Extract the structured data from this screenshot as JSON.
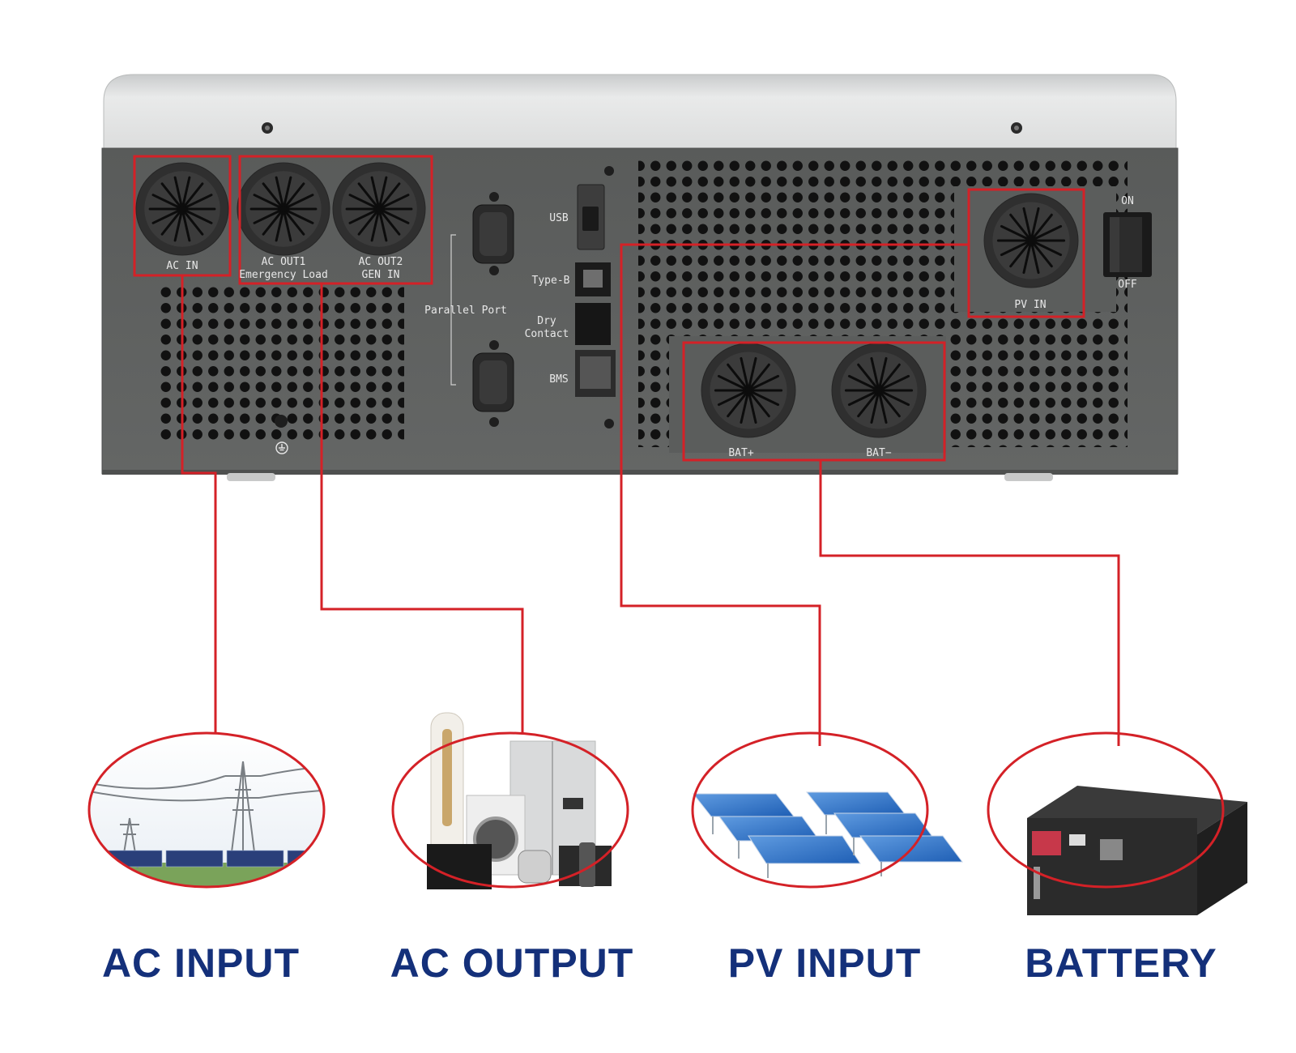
{
  "panel_labels": {
    "ac_in": "AC IN",
    "ac_out1_line1": "AC OUT1",
    "ac_out1_line2": "Emergency Load",
    "ac_out2_line1": "AC OUT2",
    "ac_out2_line2": "GEN IN",
    "parallel_port": "Parallel Port",
    "usb": "USB",
    "type_b": "Type-B",
    "dry_contact_line1": "Dry",
    "dry_contact_line2": "Contact",
    "bms": "BMS",
    "pv_in": "PV IN",
    "bat_plus": "BAT+",
    "bat_minus": "BAT−",
    "switch_on": "ON",
    "switch_off": "OFF"
  },
  "categories": [
    {
      "label": "AC INPUT",
      "image": "power-grid-and-solar-farm"
    },
    {
      "label": "AC OUTPUT",
      "image": "home-appliances"
    },
    {
      "label": "PV INPUT",
      "image": "solar-panels"
    },
    {
      "label": "BATTERY",
      "image": "battery-rack"
    }
  ],
  "colors": {
    "panel": "#5b5d5c",
    "top_cover": "#e4e5e5",
    "highlight": "#d42127",
    "label_text": "#14307a"
  }
}
